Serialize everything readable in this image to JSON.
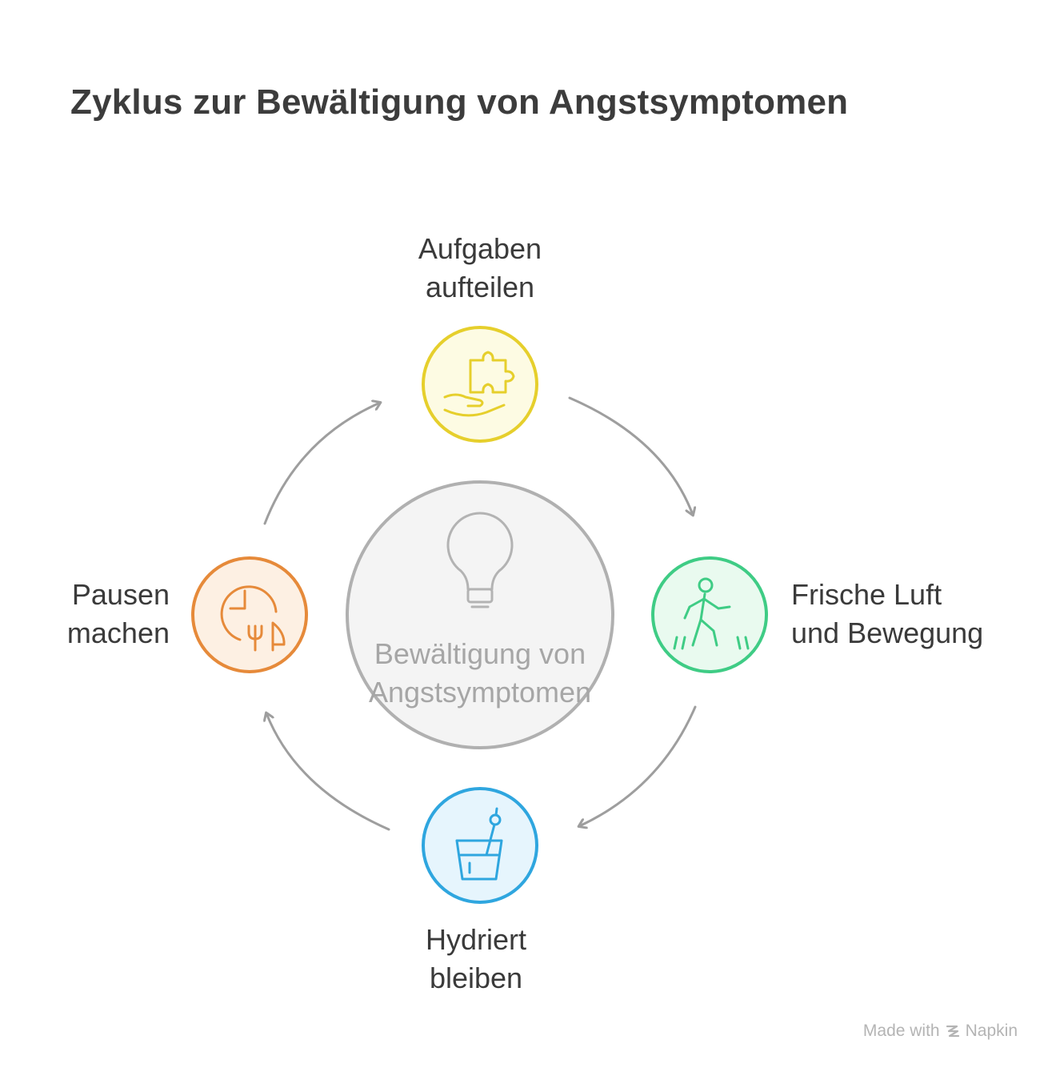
{
  "title": "Zyklus zur Bewältigung von Angstsymptomen",
  "center": {
    "line1": "Bewältigung von",
    "line2": "Angstsymptomen",
    "icon": "lightbulb-icon"
  },
  "steps": [
    {
      "line1": "Aufgaben",
      "line2": "aufteilen",
      "icon": "puzzle-hand-icon",
      "color": "#e6cf2c",
      "fill": "#fdfbe3"
    },
    {
      "line1": "Frische Luft",
      "line2": "und Bewegung",
      "icon": "walking-person-icon",
      "color": "#3fcc85",
      "fill": "#e9faef"
    },
    {
      "line1": "Hydriert",
      "line2": "bleiben",
      "icon": "glass-straw-icon",
      "color": "#2fa6df",
      "fill": "#e6f5fd"
    },
    {
      "line1": "Pausen",
      "line2": "machen",
      "icon": "clock-cutlery-icon",
      "color": "#e68a3a",
      "fill": "#fdf0e3"
    }
  ],
  "footer": {
    "prefix": "Made with",
    "brand": "Napkin"
  }
}
